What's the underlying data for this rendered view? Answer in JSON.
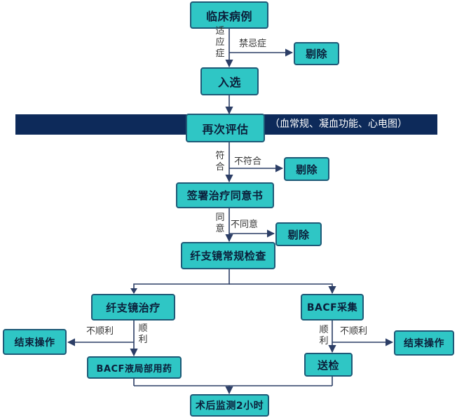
{
  "nodes": {
    "clinical_case": "临床病例",
    "enrolled": "入选",
    "reassess": "再次评估",
    "consent": "签署治疗同意书",
    "bronch_exam": "纤支镜常规检查",
    "bronch_treat": "纤支镜治疗",
    "bacf_collect": "BACF采集",
    "end_left": "结束操作",
    "bacf_local_drug": "BACF液局部用药",
    "send_test": "送检",
    "end_right": "结束操作",
    "monitor": "术后监测2小时",
    "exclude_1": "剔除",
    "exclude_2": "剔除",
    "exclude_3": "剔除"
  },
  "labels": {
    "indication": "适应症",
    "contraindication": "禁忌症",
    "conform": "符合",
    "not_conform": "不符合",
    "agree": "同意",
    "disagree": "不同意",
    "smooth_left": "顺利",
    "not_smooth_left": "不顺利",
    "smooth_right": "顺利",
    "not_smooth_right": "不顺利"
  },
  "reassess_note": "（血常规、凝血功能、心电图）",
  "colors": {
    "node_fill": "#2fc6c5",
    "node_border": "#1e5a77",
    "band": "#0d2a5a",
    "connector": "#2c3e66"
  }
}
